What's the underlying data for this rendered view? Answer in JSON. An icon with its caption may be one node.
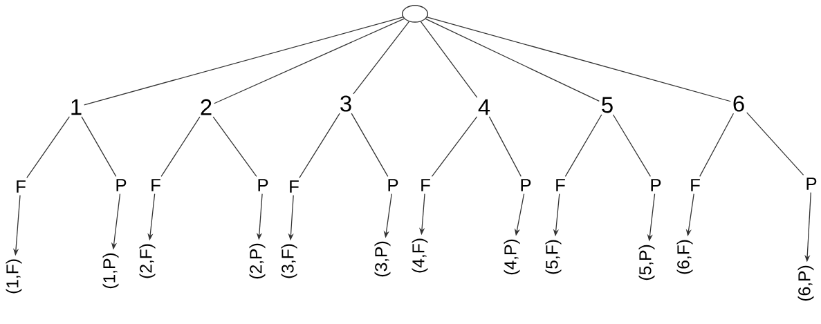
{
  "diagram": {
    "nodes": [
      {
        "text": [],
        "shape": "circle"
      },
      {
        "text": [
          "1"
        ]
      },
      {
        "text": [
          "2"
        ]
      },
      {
        "text": [
          "3"
        ]
      },
      {
        "text": [
          "4"
        ]
      },
      {
        "text": [
          "5"
        ]
      },
      {
        "text": [
          "6"
        ]
      },
      {
        "text": [
          "F"
        ]
      },
      {
        "text": [
          "P"
        ]
      },
      {
        "text": [
          "F"
        ]
      },
      {
        "text": [
          "P"
        ]
      },
      {
        "text": [
          "F"
        ]
      },
      {
        "text": [
          "P"
        ]
      },
      {
        "text": [
          "F"
        ]
      },
      {
        "text": [
          "P"
        ]
      },
      {
        "text": [
          "F"
        ]
      },
      {
        "text": [
          "P"
        ]
      },
      {
        "text": [
          "F"
        ]
      },
      {
        "text": [
          "P"
        ]
      },
      {
        "text": [
          "(1,F)"
        ]
      },
      {
        "text": [
          "(1,P)"
        ]
      },
      {
        "text": [
          "(2,F)"
        ]
      },
      {
        "text": [
          "(2,P)"
        ]
      },
      {
        "text": [
          "(3,F)"
        ]
      },
      {
        "text": [
          "(3,P)"
        ]
      },
      {
        "text": [
          "(4,F)"
        ]
      },
      {
        "text": [
          "(4,P)"
        ]
      },
      {
        "text": [
          "(5,F)"
        ]
      },
      {
        "text": [
          "(5,P)"
        ]
      },
      {
        "text": [
          "(6,F)"
        ]
      },
      {
        "text": [
          "(6,P)"
        ]
      }
    ],
    "edges": [
      {
        "from": 0,
        "to": 1,
        "arrow": "none"
      },
      {
        "from": 0,
        "to": 2,
        "arrow": "none"
      },
      {
        "from": 0,
        "to": 3,
        "arrow": "none"
      },
      {
        "from": 0,
        "to": 4,
        "arrow": "none"
      },
      {
        "from": 0,
        "to": 5,
        "arrow": "none"
      },
      {
        "from": 0,
        "to": 6,
        "arrow": "none"
      },
      {
        "from": 1,
        "to": 7,
        "arrow": "none"
      },
      {
        "from": 1,
        "to": 8,
        "arrow": "none"
      },
      {
        "from": 2,
        "to": 9,
        "arrow": "none"
      },
      {
        "from": 2,
        "to": 10,
        "arrow": "none"
      },
      {
        "from": 3,
        "to": 11,
        "arrow": "none"
      },
      {
        "from": 3,
        "to": 12,
        "arrow": "none"
      },
      {
        "from": 4,
        "to": 13,
        "arrow": "none"
      },
      {
        "from": 4,
        "to": 14,
        "arrow": "none"
      },
      {
        "from": 5,
        "to": 15,
        "arrow": "none"
      },
      {
        "from": 5,
        "to": 16,
        "arrow": "none"
      },
      {
        "from": 6,
        "to": 17,
        "arrow": "none"
      },
      {
        "from": 6,
        "to": 18,
        "arrow": "none"
      },
      {
        "from": 7,
        "to": 19,
        "arrow": "to"
      },
      {
        "from": 8,
        "to": 20,
        "arrow": "to"
      },
      {
        "from": 9,
        "to": 21,
        "arrow": "to"
      },
      {
        "from": 10,
        "to": 22,
        "arrow": "to"
      },
      {
        "from": 11,
        "to": 23,
        "arrow": "to"
      },
      {
        "from": 12,
        "to": 24,
        "arrow": "to"
      },
      {
        "from": 13,
        "to": 25,
        "arrow": "to"
      },
      {
        "from": 14,
        "to": 26,
        "arrow": "to"
      },
      {
        "from": 15,
        "to": 27,
        "arrow": "to"
      },
      {
        "from": 16,
        "to": 28,
        "arrow": "to"
      },
      {
        "from": 17,
        "to": 29,
        "arrow": "to"
      },
      {
        "from": 18,
        "to": 30,
        "arrow": "to"
      }
    ]
  }
}
